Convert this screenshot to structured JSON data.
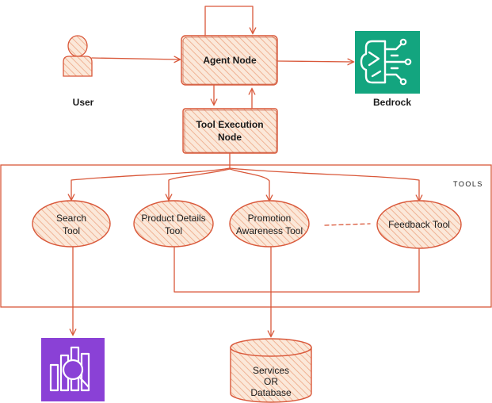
{
  "nodes": {
    "user": {
      "label": "User"
    },
    "agent_node": {
      "label": "Agent Node"
    },
    "bedrock": {
      "label": "Bedrock"
    },
    "tool_execution_node": {
      "line1": "Tool Execution",
      "line2": "Node"
    },
    "search_tool": {
      "line1": "Search",
      "line2": "Tool"
    },
    "product_details_tool": {
      "line1": "Product Details",
      "line2": "Tool"
    },
    "promotion_awareness_tool": {
      "line1": "Promotion",
      "line2": "Awareness Tool"
    },
    "feedback_tool": {
      "label": "Feedback Tool"
    },
    "services_db": {
      "line1": "Services",
      "line2": "OR",
      "line3": "Database"
    }
  },
  "group": {
    "tools_label": "TOOLS"
  },
  "colors": {
    "stroke": "#d9583a",
    "hatch": "#f5d2b8",
    "bedrock_bg": "#13a57f",
    "search_bg": "#8a41d6",
    "text": "#1a1a1a"
  },
  "icons": {
    "user": "person-icon",
    "bedrock": "bedrock-brain-circuit-icon",
    "search_service": "magnifier-chart-icon"
  }
}
